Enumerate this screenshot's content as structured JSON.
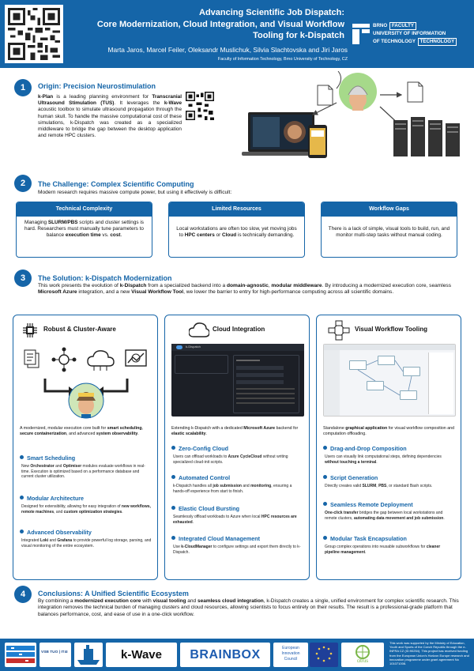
{
  "header": {
    "title_line1": "Advancing Scientific Job Dispatch:",
    "title_line2": "Core Modernization, Cloud Integration, and Visual Workflow",
    "title_line3": "Tooling for k-Dispatch",
    "authors": "Marta Jaros, Marcel Feiler, Oleksandr Muslichuk, Silvia Slachtovska and Jiri Jaros",
    "affiliation": "Faculty of Information Technology, Brno University of Technology, CZ",
    "logo_line1_a": "BRNO",
    "logo_line1_b": "FACULTY",
    "logo_line2_a": "UNIVERSITY",
    "logo_line2_b": "OF INFORMATION",
    "logo_line3_a": "OF TECHNOLOGY",
    "logo_line3_b": "TECHNOLOGY"
  },
  "section1": {
    "number": "1",
    "title": "Origin: Precision Neurostimulation",
    "p1": "k-Plan",
    "p2": " is a leading planning environment for ",
    "p3": "Transcranial Ultrasound Stimulation (TUS)",
    "p4": ". It leverages the ",
    "p5": "k-Wave",
    "p6": " acoustic toolbox to simulate ultrasound propagation through the human skull. To handle the massive computational cost of these simulations, k-Dispatch was created as a specialized middleware to bridge the gap between the desktop application and remote HPC clusters."
  },
  "section2": {
    "number": "2",
    "title": "The Challenge: Complex Scientific Computing",
    "intro": "Modern research requires massive compute power, but using it effectively is difficult:",
    "cards": [
      {
        "title": "Technical Complexity",
        "a": "Managing ",
        "b": "SLURM/PBS",
        "c": " scripts and cluster settings is hard. Researchers must manually tune parameters to balance ",
        "d": "execution time",
        "e": " vs. ",
        "f": "cost",
        "g": "."
      },
      {
        "title": "Limited Resources",
        "a": "Local workstations are often too slow, yet moving jobs to ",
        "b": "HPC centers",
        "c": " or ",
        "d": "Cloud",
        "e": " is technically demanding.",
        "f": "",
        "g": ""
      },
      {
        "title": "Workflow Gaps",
        "a": "There is a lack of simple, visual tools to build, run, and monitor multi-step tasks without manual coding.",
        "b": "",
        "c": "",
        "d": "",
        "e": "",
        "f": "",
        "g": ""
      }
    ]
  },
  "section3": {
    "number": "3",
    "title": "The Solution: k-Dispatch Modernization",
    "t1": "This work presents the evolution of ",
    "t2": "k-Dispatch",
    "t3": " from a specialized backend into a ",
    "t4": "domain-agnostic",
    "t5": ", ",
    "t6": "modular middleware",
    "t7": ". By introducing a modernized execution core, seamless ",
    "t8": "Microsoft Azure",
    "t9": " integration, and a new ",
    "t10": "Visual Workflow Tool",
    "t11": ", we lower the barrier to entry for high-performance computing across all scientific domains."
  },
  "col1": {
    "title": "Robust & Cluster-Aware",
    "intro_a": "A modernized, modular execution core built for ",
    "intro_b": "smart scheduling",
    "intro_c": ", ",
    "intro_d": "secure containerization",
    "intro_e": ", and advanced ",
    "intro_f": "system observability",
    "intro_g": ".",
    "items": [
      {
        "title": "Smart Scheduling",
        "a": "New ",
        "b": "Orchestrator",
        "c": " and ",
        "d": "Optimiser",
        "e": " modules evaluate workflows in real-time. Execution is optimized based on a performance database and current cluster utilization."
      },
      {
        "title": "Modular Architecture",
        "a": "Designed for extensibility, allowing for easy integration of ",
        "b": "new workflows, remote machines",
        "c": ", and ",
        "d": "custom optimization strategies",
        "e": "."
      },
      {
        "title": "Advanced Observability",
        "a": "Integrated ",
        "b": "Loki",
        "c": " and ",
        "d": "Grafana",
        "e": " to provide powerful log storage, parsing, and visual monitoring of the entire ecosystem."
      }
    ]
  },
  "col2": {
    "title": "Cloud Integration",
    "intro_a": "Extending k-Dispatch with a dedicated ",
    "intro_b": "Microsoft Azure",
    "intro_c": " backend for ",
    "intro_d": "elastic scalability",
    "intro_e": ".",
    "items": [
      {
        "title": "Zero-Config Cloud",
        "a": "Users can offload workloads to ",
        "b": "Azure CycleCloud",
        "c": " without writing specialized cloud-init scripts.",
        "d": "",
        "e": ""
      },
      {
        "title": "Automated Control",
        "a": "k-Dispatch handles all ",
        "b": "job submission",
        "c": " and ",
        "d": "monitoring",
        "e": ", ensuring a hands-off experience from start to finish."
      },
      {
        "title": "Elastic Cloud Bursting",
        "a": "Seamlessly offload workloads to Azure when local ",
        "b": "HPC resources are exhausted",
        "c": ".",
        "d": "",
        "e": ""
      },
      {
        "title": "Integrated Cloud Management",
        "a": "Use ",
        "b": "k-CloudManager",
        "c": " to configure settings and export them directly to k-Dispatch.",
        "d": "",
        "e": ""
      }
    ],
    "ui_app": "k-Dispatch"
  },
  "col3": {
    "title": "Visual Workflow Tooling",
    "intro_a": "Standalone ",
    "intro_b": "graphical application",
    "intro_c": " for visual workflow composition and computation offloading.",
    "items": [
      {
        "title": "Drag-and-Drop Composition",
        "a": "Users can visually link computational steps, defining dependencies ",
        "b": "without touching a terminal",
        "c": ".",
        "d": "",
        "e": ""
      },
      {
        "title": "Script Generation",
        "a": "Directly creates valid ",
        "b": "SLURM",
        "c": ", ",
        "d": "PBS",
        "e": ", or standard Bash scripts."
      },
      {
        "title": "Seamless Remote Deployment",
        "a": "One-click transfer",
        "b": " bridges the gap between local workstations and remote clusters, ",
        "c": "automating data movement and job submission",
        "d": ".",
        "e": ""
      },
      {
        "title": "Modular Task Encapsulation",
        "a": "Group complex operations into reusable subworkflows for ",
        "b": "cleaner pipeline management",
        "c": ".",
        "d": "",
        "e": ""
      }
    ]
  },
  "section4": {
    "number": "4",
    "title": "Conclusions: A Unified Scientific Ecosystem",
    "t1": "By combining a ",
    "t2": "modernized execution core",
    "t3": " with ",
    "t4": "visual tooling",
    "t5": " and ",
    "t6": "seamless cloud integration",
    "t7": ", k-Dispatch creates a single, unified environment for complex scientific research. This integration removes the technical burden of managing clusters and cloud resources, allowing scientists to focus entirely on their results. The result is a professional-grade platform that balances performance, cost, and ease of use in a one-click workflow."
  },
  "footer": {
    "vsb": "VSB TUO | IT4I",
    "kwave": "k-Wave",
    "brainbox": "BRAINBOX",
    "eic_line1": "European",
    "eic_line2": "Innovation",
    "eic_line3": "Council",
    "citrus": "citrus",
    "funding": "This work was supported by the Ministry of Education, Youth and Sports of the Czech Republic through the e-INFRA CZ (ID:90254). This project has received funding from the European Union's Horizon Europe research and innovation programme under grant agreement No 101071008."
  },
  "colors": {
    "primary": "#1565a8",
    "dark": "#0d3f73"
  }
}
